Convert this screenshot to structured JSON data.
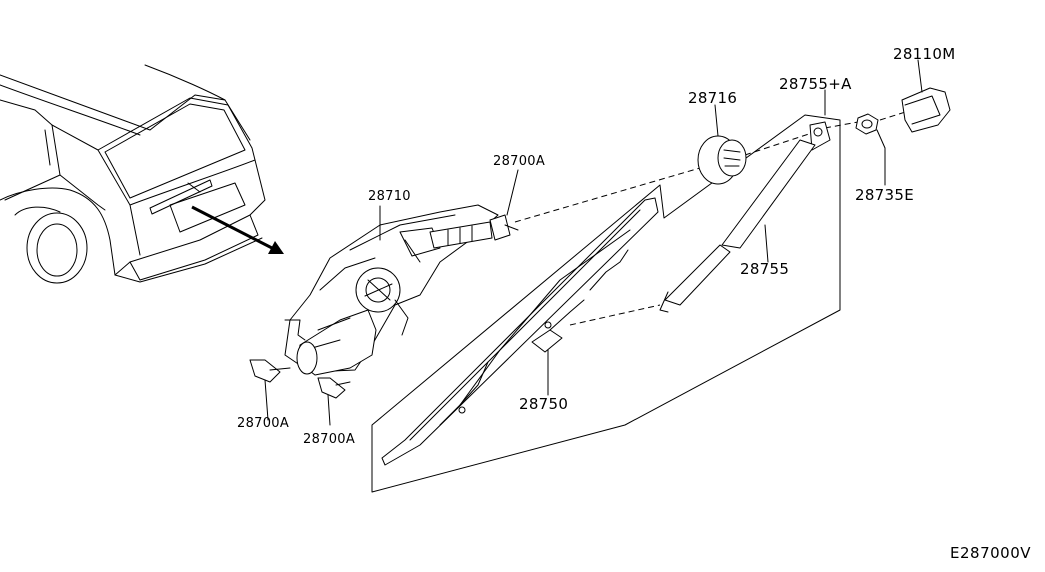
{
  "parts": {
    "motor_bolt_top": "28700A",
    "motor_bolt_left": "28700A",
    "motor_bolt_bottom": "28700A",
    "motor_bracket": "28710",
    "seal_grommet": "28716",
    "arm_assembly": "28755+A",
    "arm": "28755",
    "cap": "28110M",
    "nut": "28735E",
    "blade": "28750"
  },
  "diagram_code": "E287000V"
}
